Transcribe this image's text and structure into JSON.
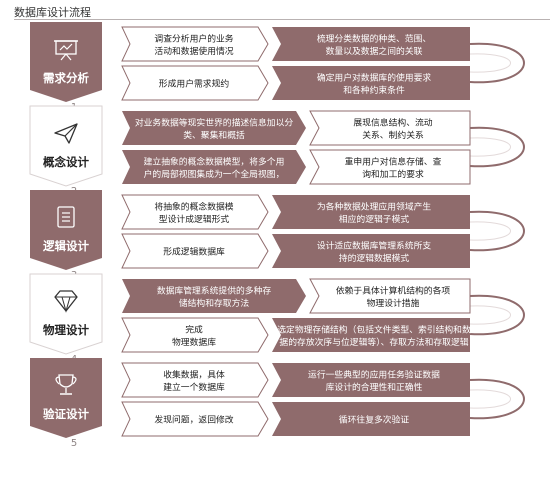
{
  "title": "数据库设计流程",
  "colors": {
    "accent": "#8f6b6c",
    "accent_dark": "#7c5a5b",
    "stage_light_fill": "#ffffff",
    "stage_text_light": "#ffffff",
    "stage_text_dark": "#222222",
    "arrow_outline": "#8f6b6c",
    "number": "#8f8585"
  },
  "stages": [
    {
      "label": "需求分析",
      "icon": "presentation-board-icon",
      "number": "1",
      "rows": [
        {
          "left": "调查分析用户的业务\n活动和数据使用情况",
          "right": "梳理分类数据的种类、范围、\n数量以及数据之间的关联"
        },
        {
          "left": "形成用户需求规约",
          "right": "确定用户对数据库的使用要求\n和各种约束条件"
        }
      ]
    },
    {
      "label": "概念设计",
      "icon": "paper-plane-icon",
      "number": "2",
      "rows": [
        {
          "left": "对业务数据等现实世界的描述信息加以分\n类、聚集和概括",
          "right": "展现信息结构、流动\n关系、制约关系"
        },
        {
          "left": "建立抽象的概念数据模型，将多个用\n户的局部视图集成为一个全局视图，",
          "right": "重申用户对信息存储、查\n询和加工的要求"
        }
      ]
    },
    {
      "label": "逻辑设计",
      "icon": "document-list-icon",
      "number": "3",
      "rows": [
        {
          "left": "将抽象的概念数据模\n型设计成逻辑形式",
          "right": "为各种数据处理应用领域产生\n相应的逻辑子模式"
        },
        {
          "left": "形成逻辑数据库",
          "right": "设计适应数据库管理系统所支\n持的逻辑数据模式"
        }
      ]
    },
    {
      "label": "物理设计",
      "icon": "diamond-icon",
      "number": "4",
      "rows": [
        {
          "left": "数据库管理系统提供的多种存\n储结构和存取方法",
          "right": "依赖于具体计算机结构的各项\n物理设计措施"
        },
        {
          "left": "完成\n物理数据库",
          "right": "选定物理存储结构（包括文件类型、索引结构和数\n据的存放次序与位逻辑等）、存取方法和存取逻辑"
        }
      ]
    },
    {
      "label": "验证设计",
      "icon": "trophy-icon",
      "number": "5",
      "rows": [
        {
          "left": "收集数据，具体\n建立一个数据库",
          "right": "运行一些典型的应用任务验证数据\n库设计的合理性和正确性"
        },
        {
          "left": "发现问题，返回修改",
          "right": "循环往复多次验证"
        }
      ]
    }
  ]
}
